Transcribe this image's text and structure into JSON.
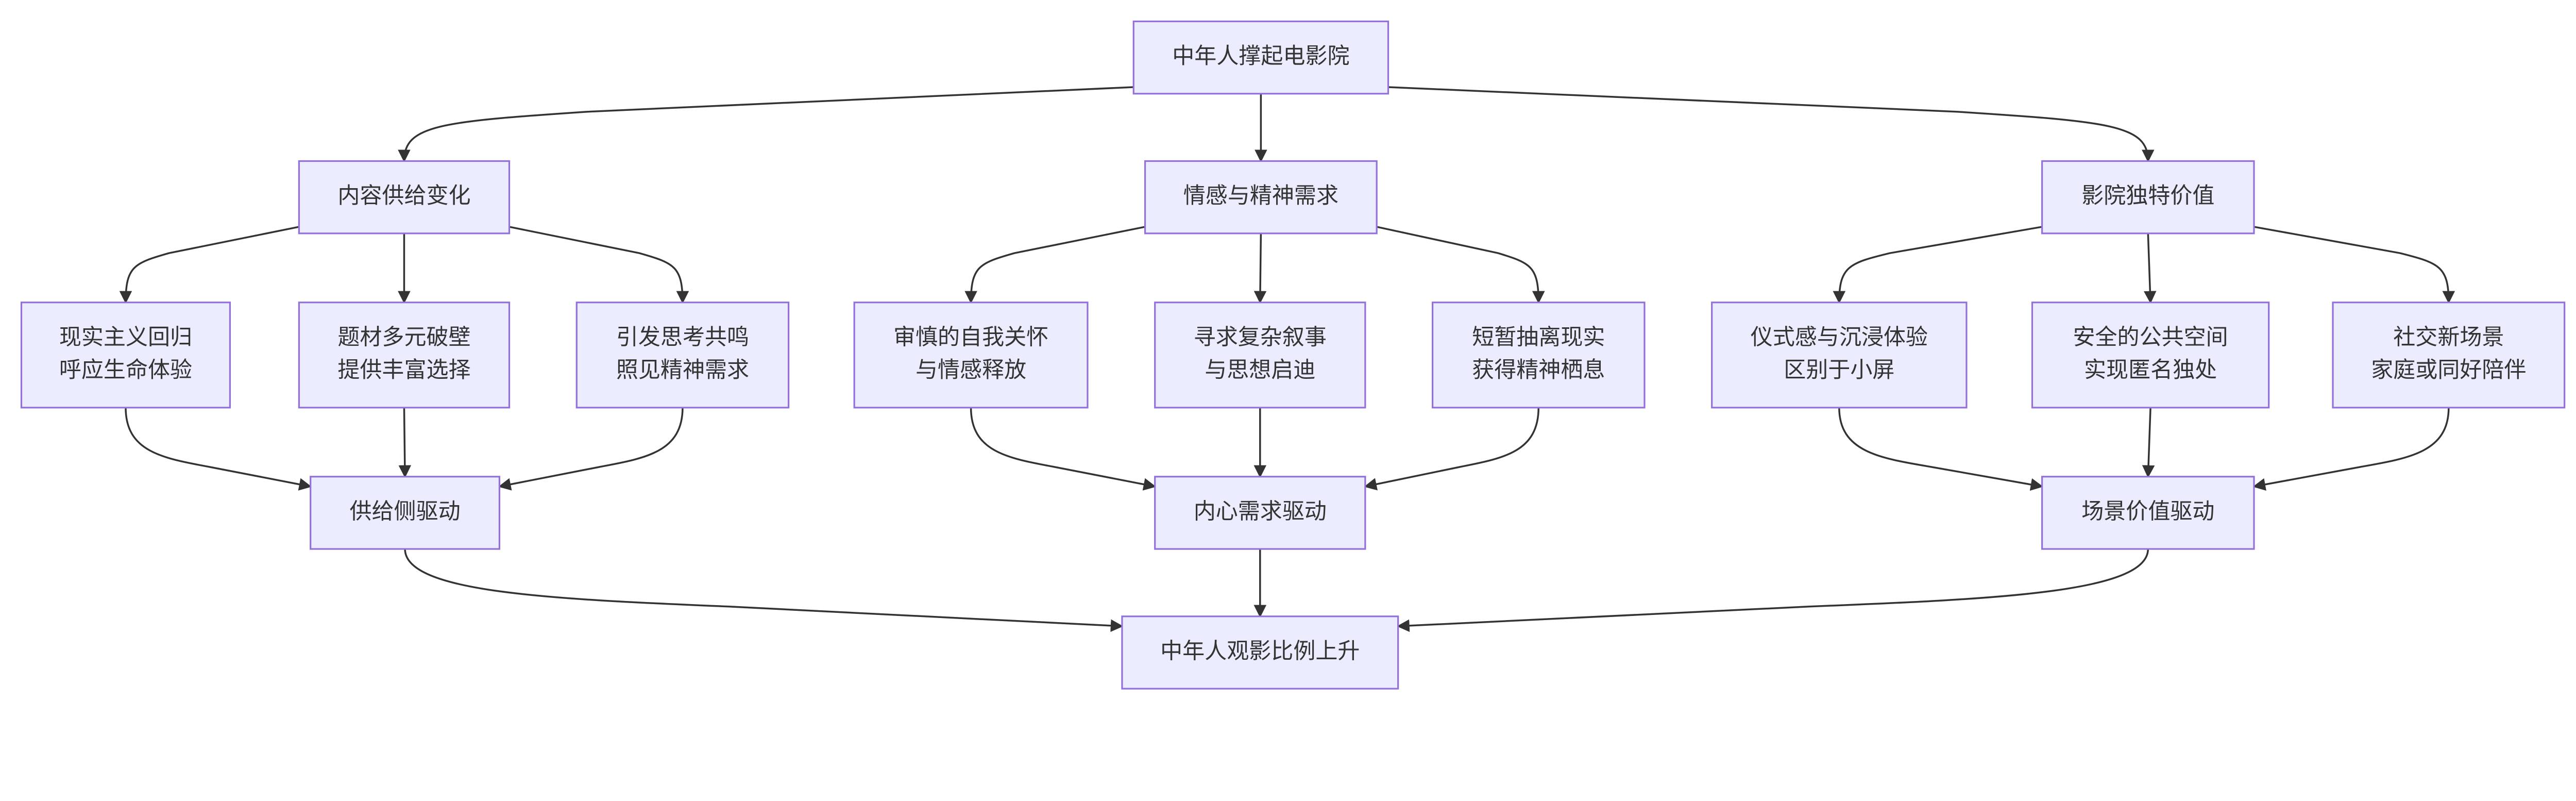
{
  "colors": {
    "node_fill": "#ECECFF",
    "node_border": "#9370DB",
    "edge": "#333333"
  },
  "nodes": {
    "root": [
      "中年人撑起电影院"
    ],
    "supply": [
      "内容供给变化"
    ],
    "emotion": [
      "情感与精神需求"
    ],
    "cinema": [
      "影院独特价值"
    ],
    "realism": [
      "现实主义回归",
      "呼应生命体验"
    ],
    "genre": [
      "题材多元破壁",
      "提供丰富选择"
    ],
    "resonance": [
      "引发思考共鸣",
      "照见精神需求"
    ],
    "selfcare": [
      "审慎的自我关怀",
      "与情感释放"
    ],
    "narrative": [
      "寻求复杂叙事",
      "与思想启迪"
    ],
    "escape": [
      "短暂抽离现实",
      "获得精神栖息"
    ],
    "ritual": [
      "仪式感与沉浸体验",
      "区别于小屏"
    ],
    "space": [
      "安全的公共空间",
      "实现匿名独处"
    ],
    "social": [
      "社交新场景",
      "家庭或同好陪伴"
    ],
    "supply_drive": [
      "供给侧驱动"
    ],
    "inner_drive": [
      "内心需求驱动"
    ],
    "scene_drive": [
      "场景价值驱动"
    ],
    "result": [
      "中年人观影比例上升"
    ]
  },
  "edges": [
    [
      "root",
      "supply"
    ],
    [
      "root",
      "emotion"
    ],
    [
      "root",
      "cinema"
    ],
    [
      "supply",
      "realism"
    ],
    [
      "supply",
      "genre"
    ],
    [
      "supply",
      "resonance"
    ],
    [
      "emotion",
      "selfcare"
    ],
    [
      "emotion",
      "narrative"
    ],
    [
      "emotion",
      "escape"
    ],
    [
      "cinema",
      "ritual"
    ],
    [
      "cinema",
      "space"
    ],
    [
      "cinema",
      "social"
    ],
    [
      "realism",
      "supply_drive"
    ],
    [
      "genre",
      "supply_drive"
    ],
    [
      "resonance",
      "supply_drive"
    ],
    [
      "selfcare",
      "inner_drive"
    ],
    [
      "narrative",
      "inner_drive"
    ],
    [
      "escape",
      "inner_drive"
    ],
    [
      "ritual",
      "scene_drive"
    ],
    [
      "space",
      "scene_drive"
    ],
    [
      "social",
      "scene_drive"
    ],
    [
      "supply_drive",
      "result"
    ],
    [
      "inner_drive",
      "result"
    ],
    [
      "scene_drive",
      "result"
    ]
  ]
}
